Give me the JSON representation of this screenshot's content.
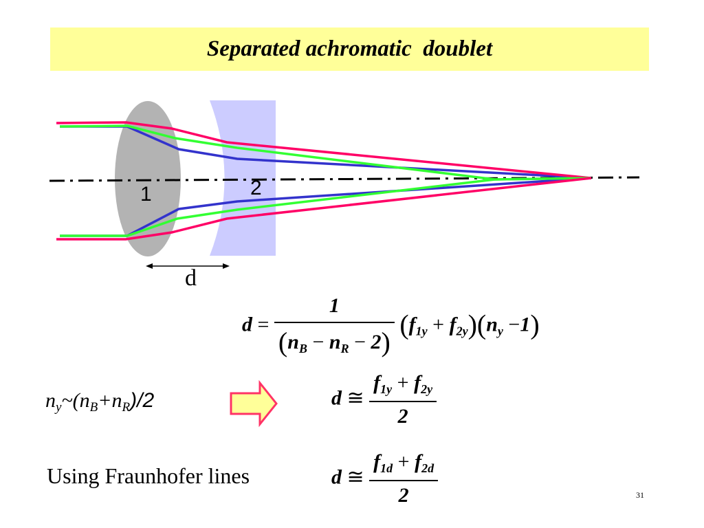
{
  "title": "Separated achromatic  doublet",
  "diagram": {
    "lens1_label": "1",
    "lens2_label": "2",
    "separation_label": "d",
    "colors": {
      "lens1_fill": "#b3b3b3",
      "lens2_fill": "#ccccff",
      "ray_red": "#ff0066",
      "ray_green": "#33ff33",
      "ray_blue": "#3333cc",
      "axis": "#000000",
      "title_bg": "#ffff99"
    }
  },
  "equations": {
    "main": {
      "lhs": "d",
      "eq": "=",
      "numerator": "1",
      "n_b": "n",
      "n_b_sub": "B",
      "minus1": "−",
      "n_r": "n",
      "n_r_sub": "R",
      "minus2": "−",
      "two": "2",
      "f1": "f",
      "f1_sub": "1y",
      "plus": "+",
      "f2": "f",
      "f2_sub": "2y",
      "ny": "n",
      "ny_sub": "y",
      "minus3": "−",
      "one": "1"
    },
    "approx_y": {
      "lhs": "d",
      "sym": "≅",
      "f1": "f",
      "f1_sub": "1y",
      "plus": "+",
      "f2": "f",
      "f2_sub": "2y",
      "den": "2"
    },
    "approx_d": {
      "lhs": "d",
      "sym": "≅",
      "f1": "f",
      "f1_sub": "1d",
      "plus": "+",
      "f2": "f",
      "f2_sub": "2d",
      "den": "2"
    }
  },
  "relation": {
    "n": "n",
    "n_sub": "y",
    "tilde": "~(",
    "nb": "n",
    "nb_sub": "B",
    "plus": "+",
    "nr": "n",
    "nr_sub": "R",
    "tail": ")/2"
  },
  "arrow_color": "#ff3366",
  "arrow_fill": "#ffff99",
  "fraunhofer_text": "Using Fraunhofer lines",
  "page_number": "31"
}
